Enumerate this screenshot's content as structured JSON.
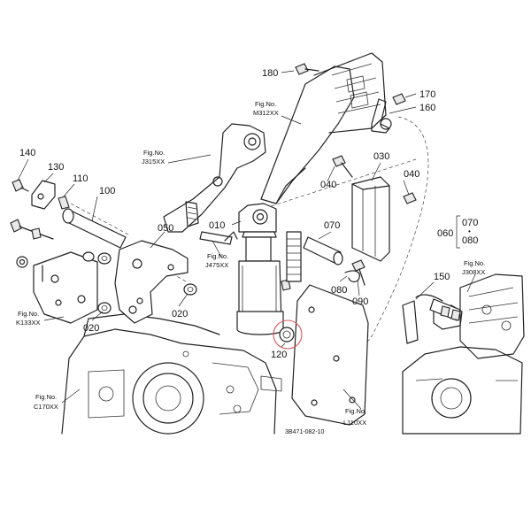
{
  "parts": {
    "p180": "180",
    "p170": "170",
    "p160": "160",
    "p140": "140",
    "p130": "130",
    "p110": "110",
    "p100": "100",
    "p050": "050",
    "p010": "010",
    "p030": "030",
    "p040a": "040",
    "p040b": "040",
    "p070": "070",
    "p060": "060",
    "p070b": "070",
    "p080b": "080",
    "p080": "080",
    "p090": "090",
    "p150": "150",
    "p020a": "020",
    "p020b": "020",
    "p120": "120"
  },
  "figs": {
    "m312": {
      "title": "Fig.No.",
      "code": "M312XX"
    },
    "j315": {
      "title": "Fig.No.",
      "code": "J315XX"
    },
    "j475": {
      "title": "Fig.No.",
      "code": "J475XX"
    },
    "j308": {
      "title": "Fig.No.",
      "code": "J308XX"
    },
    "k133": {
      "title": "Fig.No.",
      "code": "K133XX"
    },
    "c170": {
      "title": "Fig.No.",
      "code": "C170XX"
    },
    "l110": {
      "title": "Fig.No.",
      "code": "L110XX"
    }
  },
  "drawing_code": "3B471-082-10",
  "highlight_color": "#e0585a"
}
